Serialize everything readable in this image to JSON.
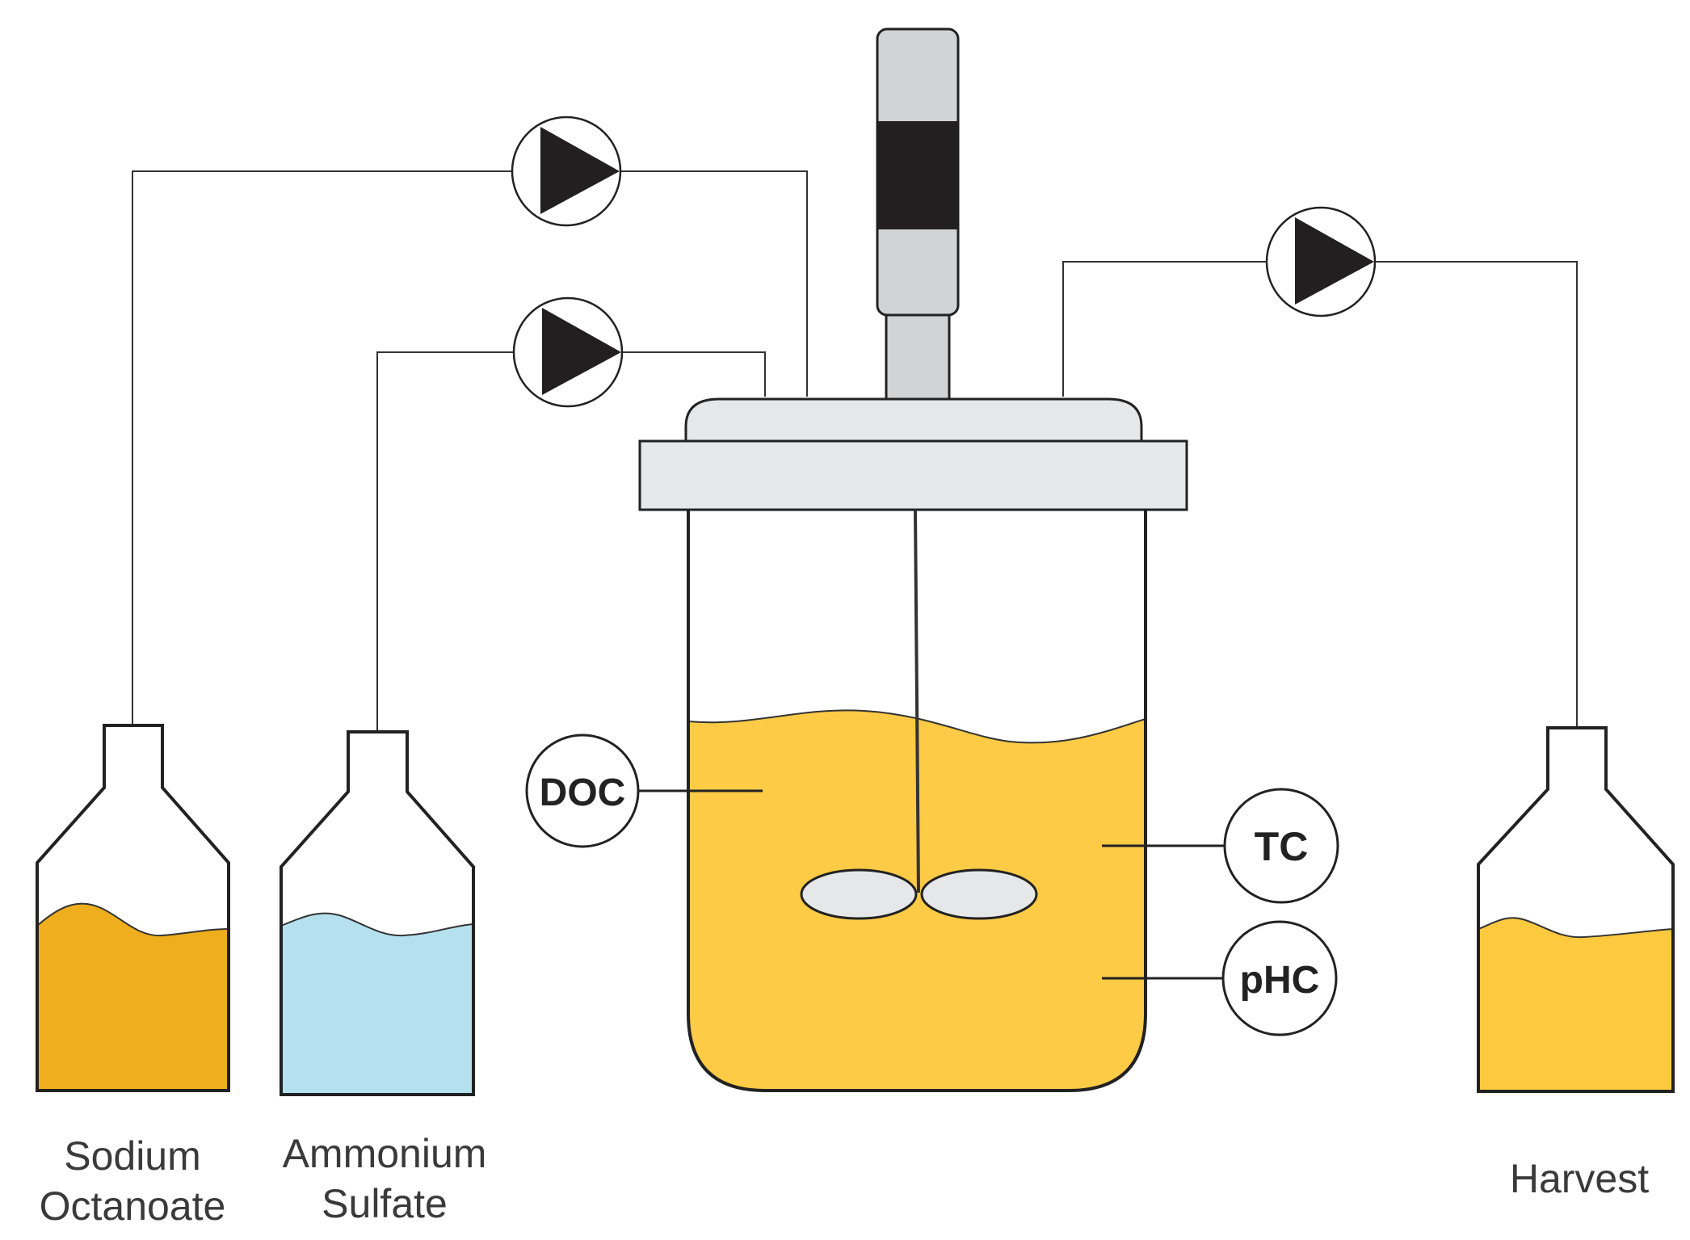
{
  "bottles": {
    "sodium": {
      "line1": "Sodium",
      "line2": "Octanoate",
      "color": "#EFAE1E"
    },
    "ammonium": {
      "line1": "Ammonium",
      "line2": "Sulfate",
      "color": "#B5E1EE"
    },
    "harvest": {
      "line1": "Harvest",
      "color": "#FCC93F"
    }
  },
  "probes": {
    "doc": "DOC",
    "tc": "TC",
    "phc": "pHC"
  },
  "reactor": {
    "liquid_color": "#FDCB45",
    "lid_color": "#E6E7E8"
  },
  "motor": {
    "band_color": "#231F20",
    "body_color": "#D1D3D4"
  }
}
